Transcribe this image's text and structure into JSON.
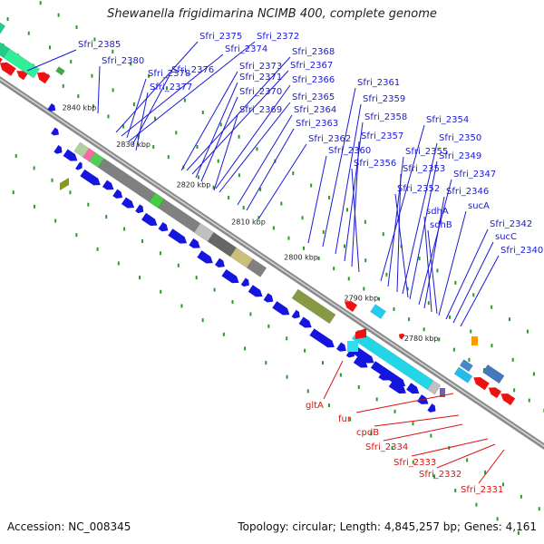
{
  "title": "Shewanella frigidimarina NCIMB 400, complete genome",
  "footer": {
    "accession": "Accession: NC_008345",
    "topology": "Topology: circular; Length: 4,845,257 bp; Genes: 4,161"
  },
  "ticks": [
    "2840 kbp",
    "2830 kbp",
    "2820 kbp",
    "2810 kbp",
    "2800 kbp",
    "2790 kbp",
    "2780 kbp"
  ],
  "colors": {
    "forward_label": "#1a1ad6",
    "reverse_label": "#dd1111",
    "backbone": "#8a8a8a",
    "dots": "#2a9a2a"
  },
  "forward_labels": [
    "Sfri_2385",
    "Sfri_2380",
    "Sfri_2375",
    "Sfri_2374",
    "Sfri_2372",
    "Sfri_2378",
    "Sfri_2376",
    "Sfri_2377",
    "Sfri_2373",
    "Sfri_2368",
    "Sfri_2367",
    "Sfri_2371",
    "Sfri_2370",
    "Sfri_2366",
    "Sfri_2365",
    "Sfri_2369",
    "Sfri_2364",
    "Sfri_2363",
    "Sfri_2362",
    "Sfri_2361",
    "Sfri_2359",
    "Sfri_2358",
    "Sfri_2357",
    "Sfri_2360",
    "Sfri_2356",
    "Sfri_2354",
    "Sfri_2355",
    "Sfri_2350",
    "Sfri_2353",
    "Sfri_2349",
    "Sfri_2352",
    "Sfri_2347",
    "Sfri_2346",
    "sdhA",
    "sucA",
    "sdhB",
    "Sfri_2342",
    "sucC",
    "Sfri_2340"
  ],
  "reverse_labels": [
    "gltA",
    "fur",
    "cpdB",
    "Sfri_2334",
    "Sfri_2333",
    "Sfri_2332",
    "Sfri_2331"
  ]
}
